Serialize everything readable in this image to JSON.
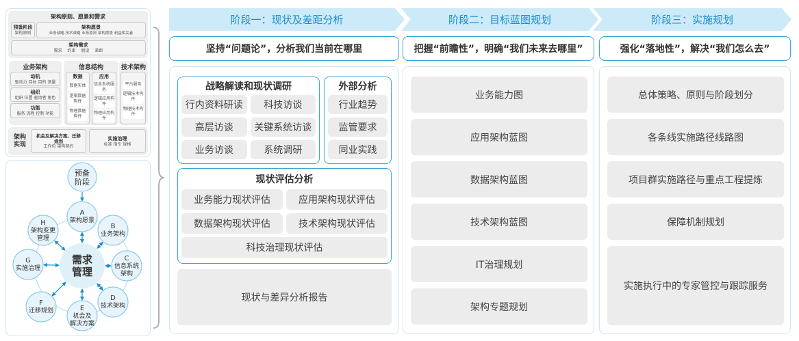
{
  "left_top": {
    "title": "架构原则、愿景和需求",
    "prelim": {
      "title": "预备阶段",
      "sub": "架构原则"
    },
    "vision": {
      "title": "架构愿景",
      "sub": "业务战略 技术战略 业务原则 架构愿景 利益相关者"
    },
    "requirements": {
      "title": "架构需求",
      "sub": "需求　 约束　 假设　 差距"
    },
    "business": {
      "title": "业务架构",
      "items": [
        {
          "title": "动机",
          "sub": "驱动力 目标 目的 测量"
        },
        {
          "title": "组织",
          "sub": "组织 位置 驱动者 角色"
        },
        {
          "title": "功能",
          "sub": "服务 流程 控制 功能"
        }
      ]
    },
    "info": {
      "title": "信息结构",
      "data": {
        "title": "数据",
        "items": [
          "数据实体",
          "逻辑数据构件",
          "物理数据构件"
        ]
      },
      "app": {
        "title": "应用",
        "items": [
          "信息系统服务",
          "逻辑应用构件",
          "物理应用构件"
        ]
      }
    },
    "tech": {
      "title": "技术架构",
      "items": [
        "平台服务",
        "逻辑技术构件",
        "物理技术构件"
      ]
    },
    "realization": {
      "title": "架构实现",
      "opportunity": {
        "title": "机会及解决方案、迁移规划",
        "sub": "工作包 架构契约"
      },
      "governance": {
        "title": "实施治理",
        "sub": "标准 指引 规格"
      }
    }
  },
  "cycle": {
    "prelim": [
      "预备",
      "阶段"
    ],
    "center": [
      "需求",
      "管理"
    ],
    "nodes": [
      {
        "letter": "A",
        "lines": [
          "架构愿景"
        ]
      },
      {
        "letter": "B",
        "lines": [
          "业务架构"
        ]
      },
      {
        "letter": "C",
        "lines": [
          "信息系统",
          "架构"
        ]
      },
      {
        "letter": "D",
        "lines": [
          "技术架构"
        ]
      },
      {
        "letter": "E",
        "lines": [
          "机会及",
          "解决方案"
        ]
      },
      {
        "letter": "F",
        "lines": [
          "迁移规划"
        ]
      },
      {
        "letter": "G",
        "lines": [
          "实施治理"
        ]
      },
      {
        "letter": "H",
        "lines": [
          "架构变更",
          "管理"
        ]
      }
    ]
  },
  "stages": [
    {
      "header": "阶段一：现状及差距分析",
      "slogan": "坚持“问题论”，分析我们当前在哪里",
      "strategy": {
        "title": "战略解读和现状调研",
        "items": [
          "行内资料研读",
          "科技访谈",
          "高层访谈",
          "关键系统访谈",
          "业务访谈",
          "系统调研"
        ]
      },
      "external": {
        "title": "外部分析",
        "items": [
          "行业趋势",
          "监管要求",
          "同业实践"
        ]
      },
      "assessment": {
        "title": "现状评估分析",
        "items": [
          "业务能力现状评估",
          "应用架构现状评估",
          "数据架构现状评估",
          "技术架构现状评估",
          "科技治理现状评估"
        ]
      },
      "report": "现状与差异分析报告"
    },
    {
      "header": "阶段二：目标蓝图规划",
      "slogan": "把握“前瞻性”，明确“我们未来去哪里”",
      "items": [
        "业务能力图",
        "应用架构蓝图",
        "数据架构蓝图",
        "技术架构蓝图",
        "IT治理规划",
        "架构专题规划"
      ]
    },
    {
      "header": "阶段三：实施规划",
      "slogan": "强化“落地性”，解决“我们怎么去”",
      "items": [
        "总体策略、原则与阶段划分",
        "各条线实施路径线路图",
        "项目群实施路径与重点工程提炼",
        "保障机制规划",
        "实施执行中的专家管控与跟踪服务"
      ]
    }
  ],
  "colors": {
    "accent": "#1a8fd0",
    "header_bg": "#cdeaf8",
    "border": "#3aa5d8",
    "item_bg": "#ececec"
  }
}
